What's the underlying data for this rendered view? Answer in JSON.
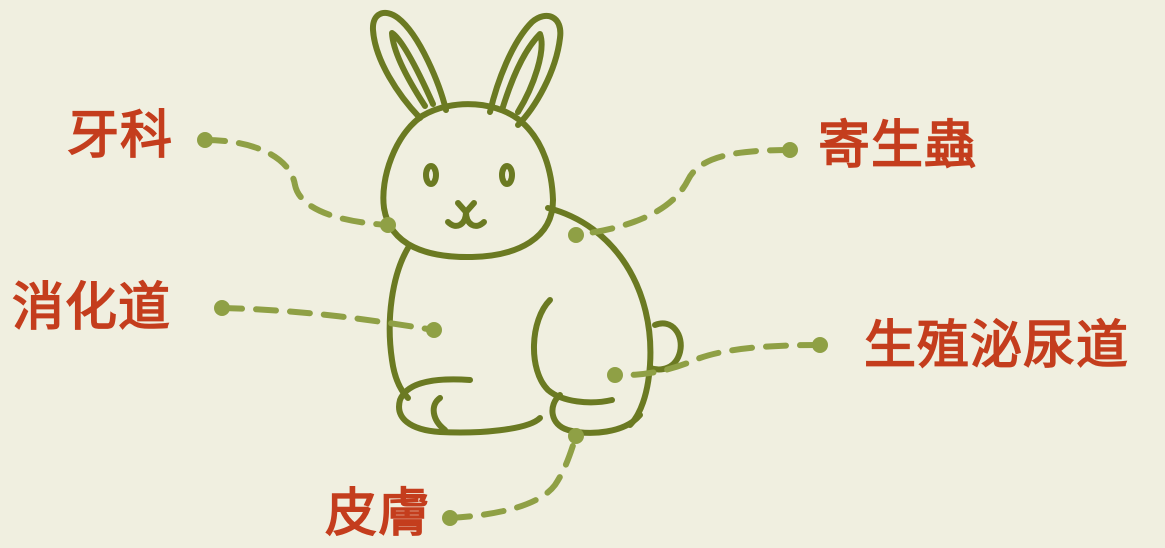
{
  "labels": {
    "dentistry": "牙科",
    "digestive": "消化道",
    "parasites": "寄生蟲",
    "urogenital": "生殖泌尿道",
    "skin": "皮膚"
  },
  "icons": {
    "main": "rabbit-icon"
  },
  "colors": {
    "background": "#f0efe0",
    "rabbit_outline": "#6b7a22",
    "connector": "#8fa045",
    "label": "#c43d1d"
  }
}
